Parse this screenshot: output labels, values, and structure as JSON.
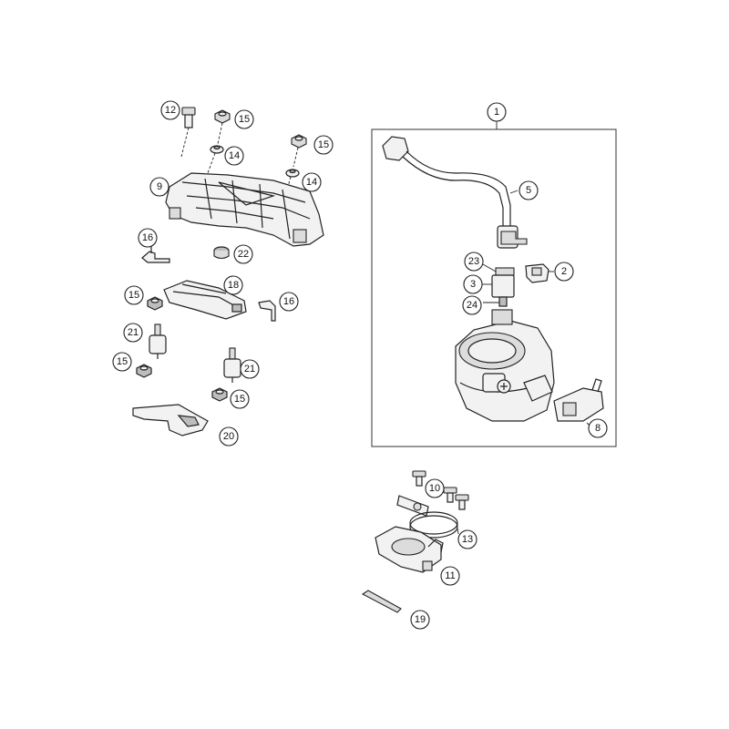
{
  "callouts": {
    "c1": "1",
    "c2": "2",
    "c3": "3",
    "c5": "5",
    "c8": "8",
    "c9": "9",
    "c10": "10",
    "c11": "11",
    "c12": "12",
    "c13": "13",
    "c14a": "14",
    "c14b": "14",
    "c15a": "15",
    "c15b": "15",
    "c15c": "15",
    "c15d": "15",
    "c15e": "15",
    "c16a": "16",
    "c16b": "16",
    "c18": "18",
    "c19": "19",
    "c20": "20",
    "c21a": "21",
    "c21b": "21",
    "c22": "22",
    "c23": "23",
    "c24": "24"
  }
}
